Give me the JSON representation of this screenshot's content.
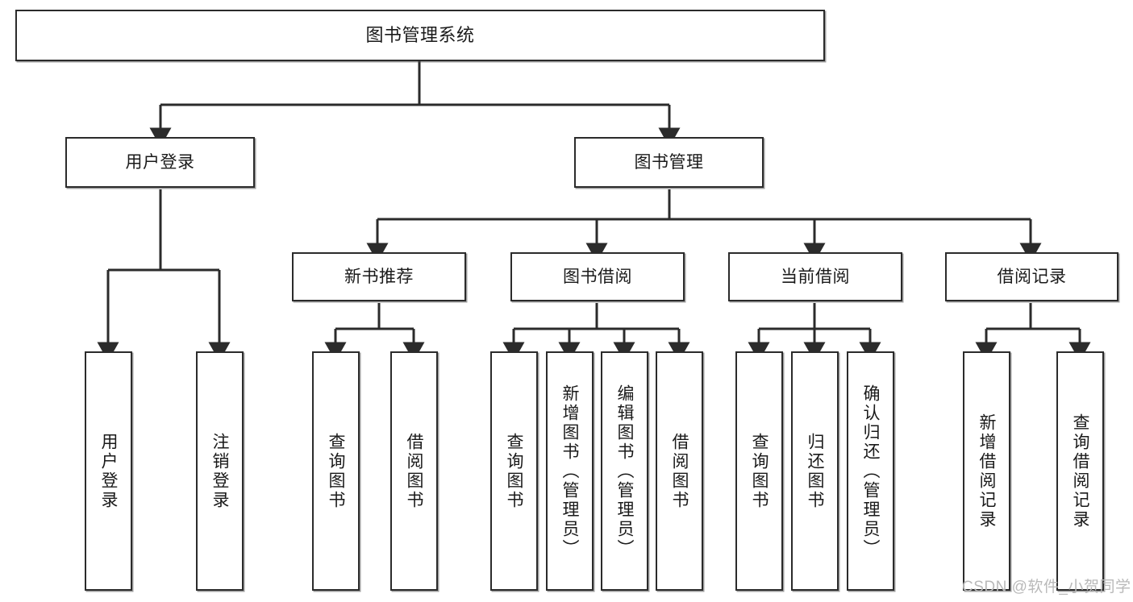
{
  "diagram": {
    "type": "hierarchy-tree",
    "title": "图书管理系统",
    "levels": 4,
    "colors": {
      "box_border": "#2b2b2b",
      "box_fill": "#ffffff",
      "text": "#1a1a1a",
      "edge": "#2b2b2b",
      "watermark": "#b9b9b9"
    },
    "root": {
      "label": "图书管理系统"
    },
    "level2": [
      {
        "label": "用户登录"
      },
      {
        "label": "图书管理"
      }
    ],
    "level3": [
      {
        "label": "新书推荐"
      },
      {
        "label": "图书借阅"
      },
      {
        "label": "当前借阅"
      },
      {
        "label": "借阅记录"
      }
    ],
    "leaves": {
      "user_login": [
        {
          "label": "用户登录"
        },
        {
          "label": "注销登录"
        }
      ],
      "new_book": [
        {
          "label": "查询图书"
        },
        {
          "label": "借阅图书"
        }
      ],
      "book_borrow": [
        {
          "label": "查询图书"
        },
        {
          "label": "新增图书（管理员）"
        },
        {
          "label": "编辑图书（管理员）"
        },
        {
          "label": "借阅图书"
        }
      ],
      "current_borrow": [
        {
          "label": "查询图书"
        },
        {
          "label": "归还图书"
        },
        {
          "label": "确认归还（管理员）"
        }
      ],
      "borrow_record": [
        {
          "label": "新增借阅记录"
        },
        {
          "label": "查询借阅记录"
        }
      ]
    }
  },
  "watermark": {
    "text": "CSDN @软件_小贺同学"
  }
}
